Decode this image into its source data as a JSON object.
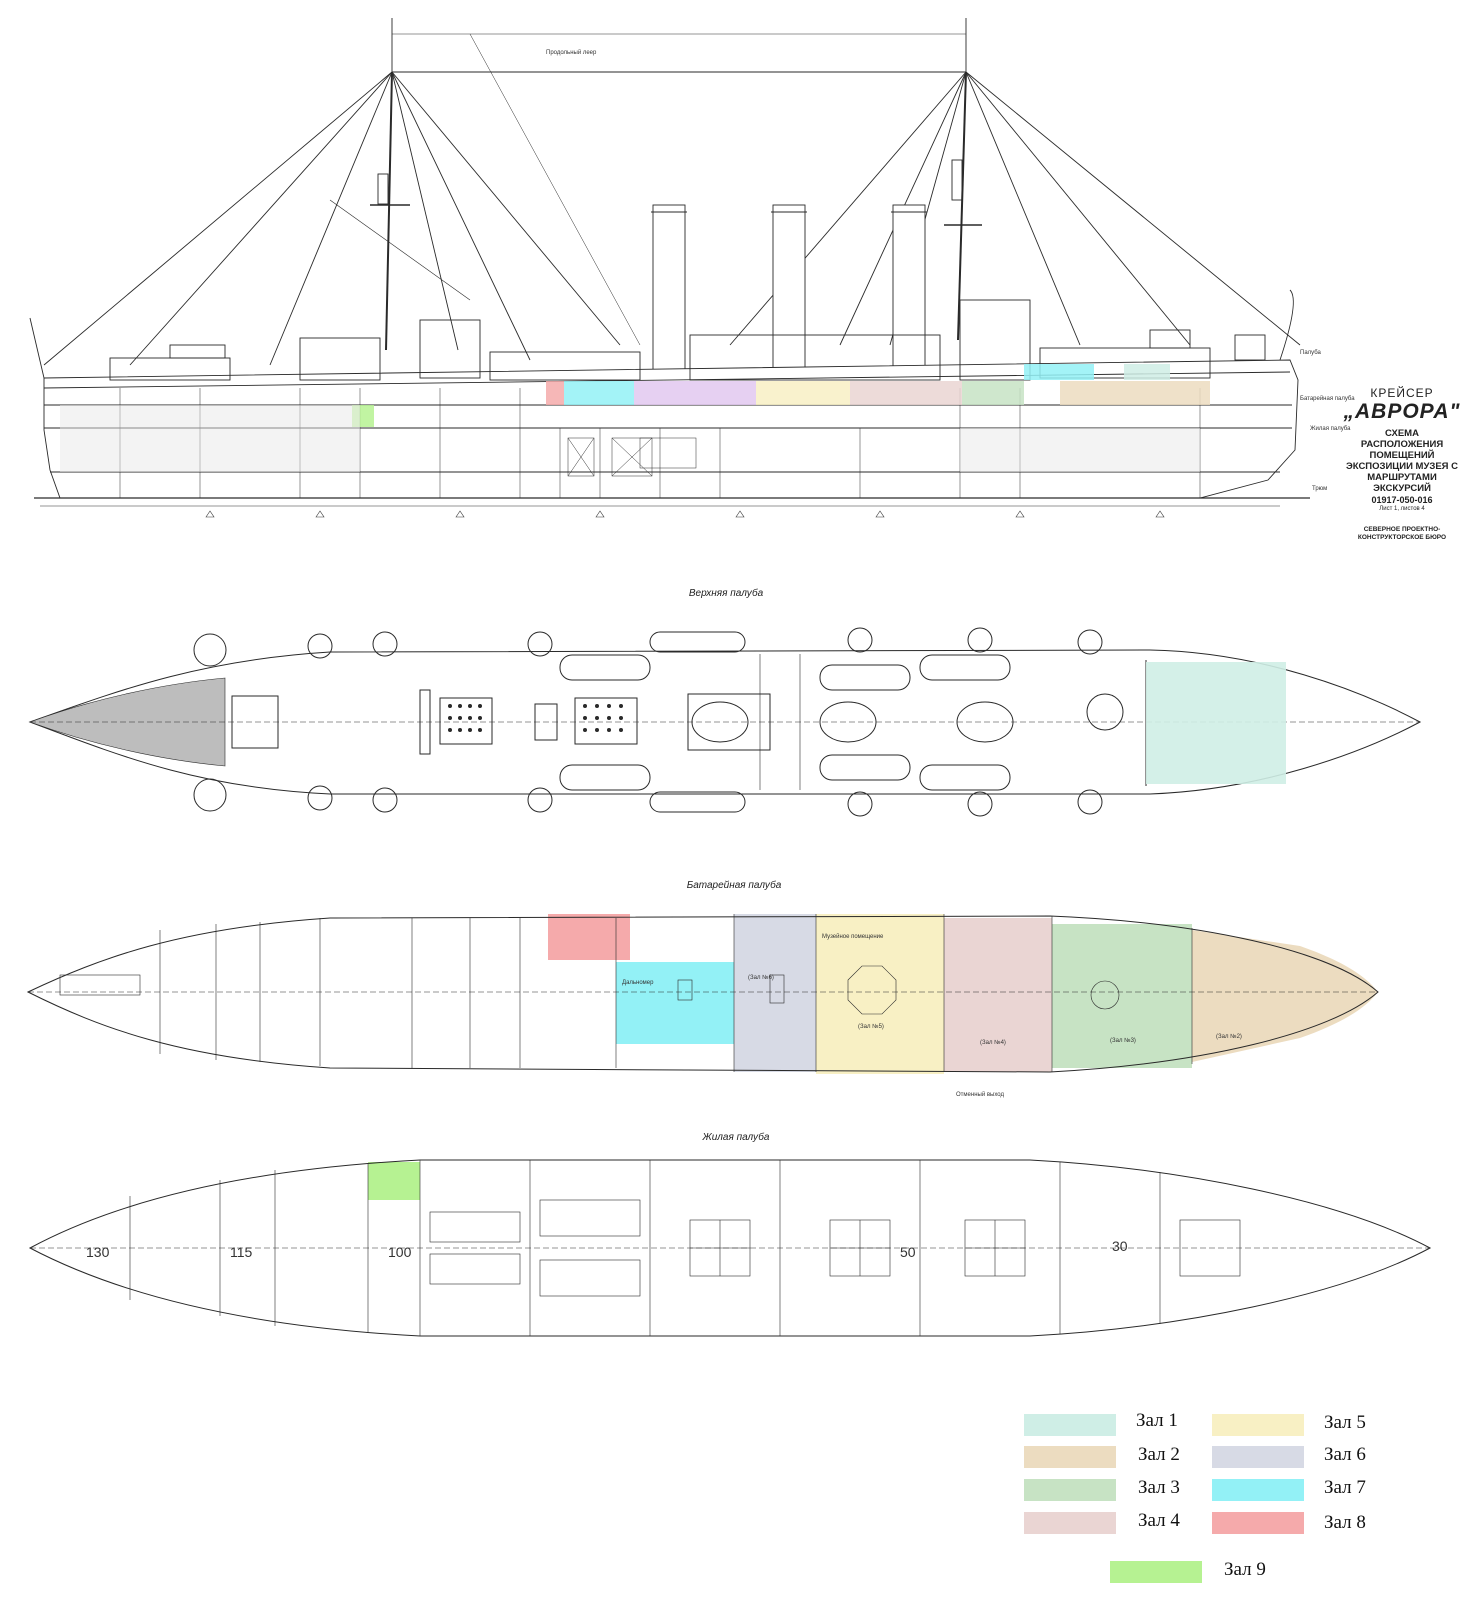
{
  "deck_titles": {
    "upper": "Верхняя палуба",
    "battery": "Батарейная палуба",
    "living": "Жилая палуба"
  },
  "title_block": {
    "line1": "КРЕЙСЕР",
    "line2": "„АВРОРА\"",
    "line3": "СХЕМА РАСПОЛОЖЕНИЯ ПОМЕЩЕНИЙ ЭКСПОЗИЦИИ МУЗЕЯ С МАРШРУТАМИ ЭКСКУРСИЙ",
    "code": "01917-050-016",
    "sheet": "Лист 1, листов 4",
    "bureau": "СЕВЕРНОЕ ПРОЕКТНО-КОНСТРУКТОРСКОЕ БЮРО"
  },
  "profile_labels": {
    "antenna": "Продольный леер",
    "deck_upper": "Палуба",
    "deck_battery": "Батарейная палуба",
    "deck_living": "Жилая палуба",
    "keel": "Трюм"
  },
  "frame_numbers": [
    "130",
    "115",
    "100",
    "50",
    "30"
  ],
  "battery_labels": {
    "hall6": "(Зал №6)",
    "hall5": "(Зал №5)",
    "hall4": "(Зал №4)",
    "hall3": "(Зал №3)",
    "hall2": "(Зал №2)",
    "hall7": "Дальномер",
    "museum": "Музейное помещение",
    "exit": "Отменный выход"
  },
  "colors": {
    "hall1": "#cfeee6",
    "hall2": "#ecdcc0",
    "hall3": "#c7e3c4",
    "hall4": "#ead5d3",
    "hall5": "#f8f0c4",
    "hall6": "#d7dae5",
    "hall7": "#93f1f6",
    "hall8": "#f5aaab",
    "hall9": "#b6f292",
    "line": "#2a2a2a"
  },
  "legend": [
    {
      "label": "Зал 1",
      "color": "#cfeee6"
    },
    {
      "label": "Зал 2",
      "color": "#ecdcc0"
    },
    {
      "label": "Зал 3",
      "color": "#c7e3c4"
    },
    {
      "label": "Зал 4",
      "color": "#ead5d3"
    },
    {
      "label": "Зал 5",
      "color": "#f8f0c4"
    },
    {
      "label": "Зал 6",
      "color": "#d7dae5"
    },
    {
      "label": "Зал 7",
      "color": "#93f1f6"
    },
    {
      "label": "Зал 8",
      "color": "#f5aaab"
    },
    {
      "label": "Зал 9",
      "color": "#b6f292"
    }
  ]
}
